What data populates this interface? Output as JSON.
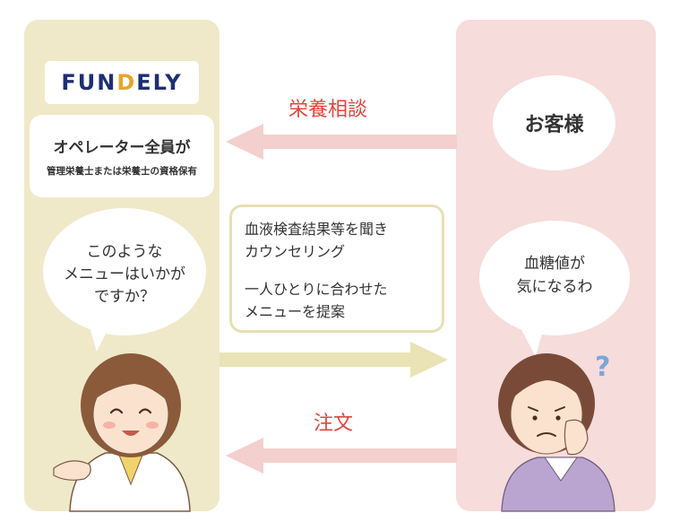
{
  "logo": {
    "prefix": "FUN",
    "highlight": "D",
    "suffix": "ELY"
  },
  "operator": {
    "main": "オペレーター全員が",
    "sub": "管理栄養士または栄養士の資格保有"
  },
  "operator_bubble": [
    "このような",
    "メニューはいかが",
    "ですか？"
  ],
  "customer": {
    "label": "お客様"
  },
  "customer_bubble": [
    "血糖値が",
    "気になるわ"
  ],
  "arrows": {
    "top_label": "栄養相談",
    "bottom_label": "注文"
  },
  "info": {
    "lines": [
      "血液検査結果等を聞き",
      "カウンセリング",
      "一人ひとりに合わせた",
      "メニューを提案"
    ]
  },
  "colors": {
    "left_panel": "#efe9c9",
    "right_panel": "#f6dcdb",
    "arrow_pink": "#f3cfcd",
    "arrow_yellow": "#e9e3b6",
    "label_red": "#e0463f",
    "logo_navy": "#1e2f73",
    "logo_gold": "#e7a52a"
  },
  "decorations": {
    "question_mark": "?"
  }
}
